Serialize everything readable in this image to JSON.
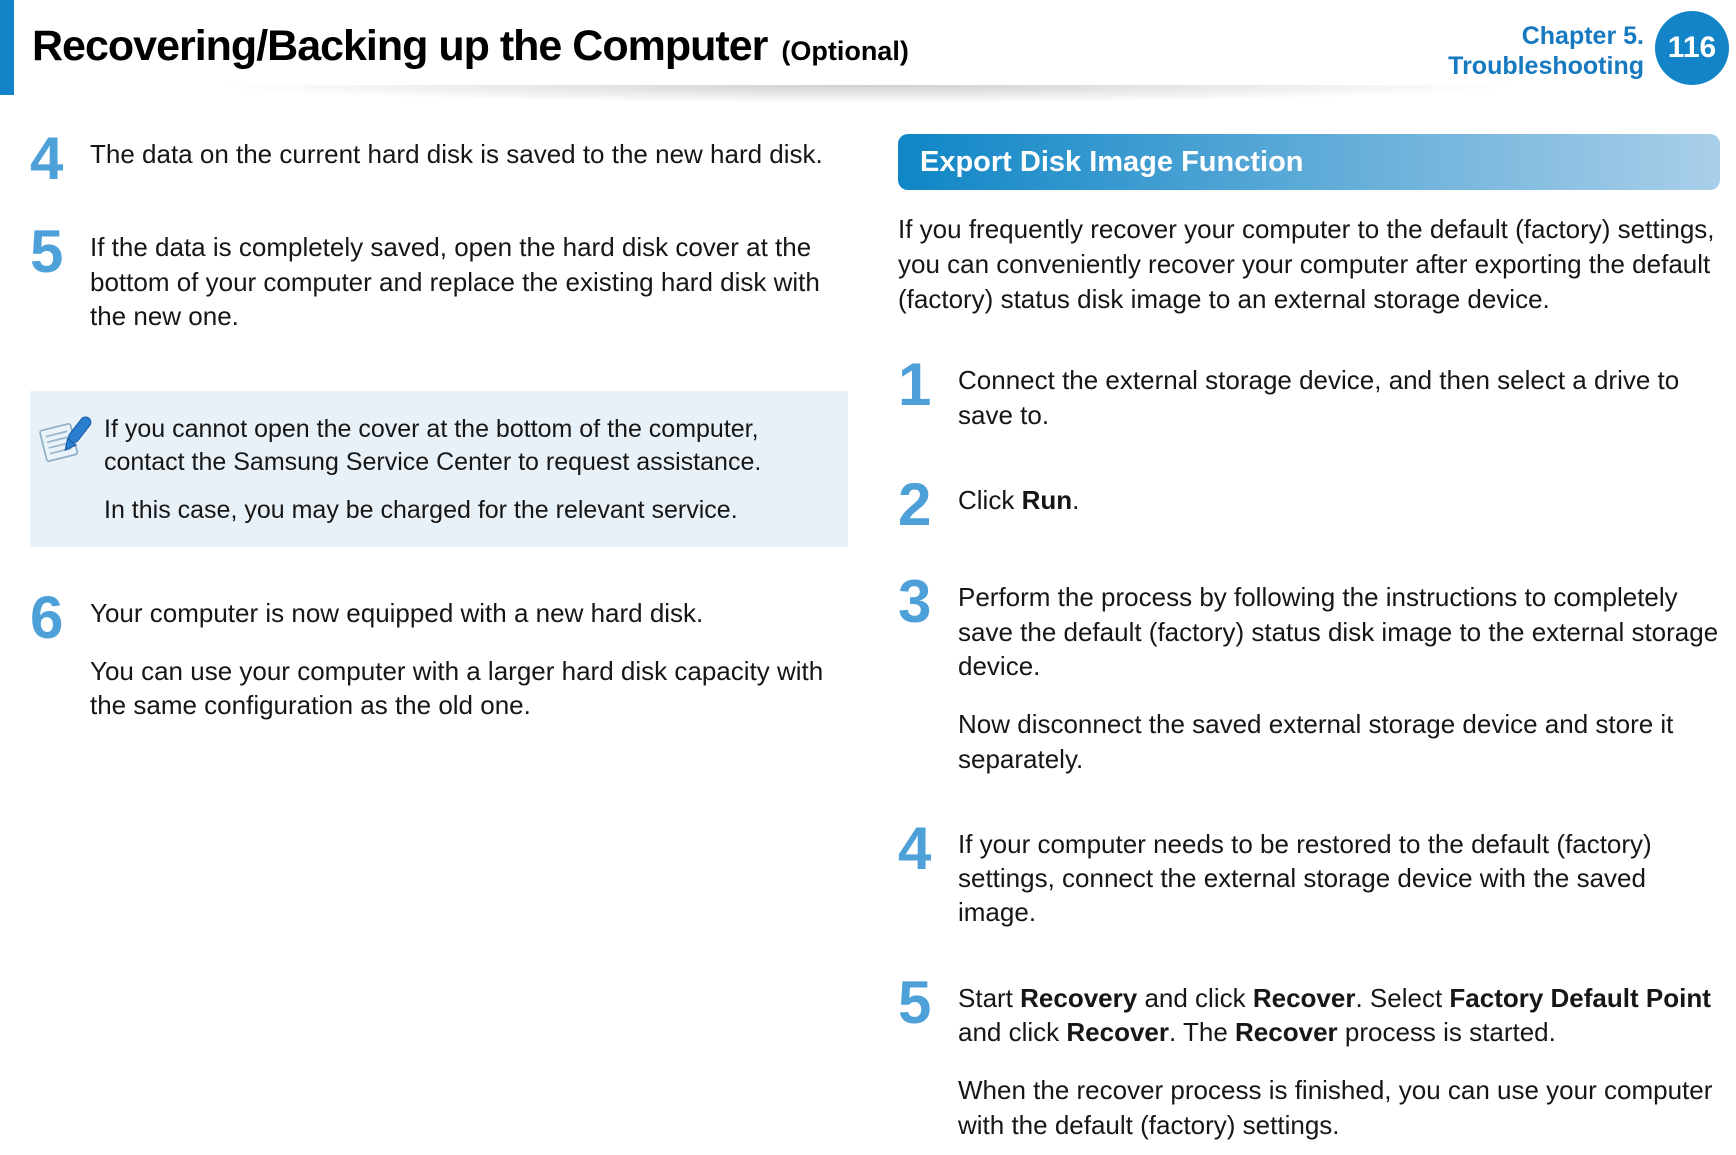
{
  "colors": {
    "accent_blue": "#1384c8",
    "step_number_blue": "#4da0d8",
    "chapter_text_blue": "#1779c0",
    "note_bg": "#e9f1f8",
    "section_bar_gradient_start": "#0f86c6",
    "section_bar_gradient_end": "#aacfe9"
  },
  "header": {
    "title": "Recovering/Backing up the Computer",
    "title_suffix": "(Optional)",
    "chapter_line1": "Chapter 5.",
    "chapter_line2": "Troubleshooting",
    "page_number": "116"
  },
  "left_column": {
    "steps": [
      {
        "num": "4",
        "paragraphs": [
          "The data on the current hard disk is saved to the new hard disk."
        ]
      },
      {
        "num": "5",
        "paragraphs": [
          "If the data is completely saved, open the hard disk cover at the bottom of your computer and replace the existing hard disk with the new one."
        ]
      },
      {
        "num": "6",
        "paragraphs": [
          "Your computer is now equipped with a new hard disk.",
          "You can use your computer with a larger hard disk capacity with the same configuration as the old one."
        ]
      }
    ],
    "note": {
      "icon": "notepad-pen-icon",
      "lines": [
        "If you cannot open the cover at the bottom of the computer, contact the Samsung Service Center to request assistance.",
        "In this case, you may be charged for the relevant service."
      ]
    }
  },
  "right_column": {
    "section_title": "Export Disk Image Function",
    "intro": "If you frequently recover your computer to the default (factory) settings, you can conveniently recover your computer after exporting the default (factory) status disk image to an external storage device.",
    "steps": [
      {
        "num": "1",
        "paragraphs_rich": [
          [
            {
              "text": "Connect the external storage device, and then select a drive to save to."
            }
          ]
        ]
      },
      {
        "num": "2",
        "paragraphs_rich": [
          [
            {
              "text": "Click "
            },
            {
              "text": "Run",
              "bold": true
            },
            {
              "text": "."
            }
          ]
        ]
      },
      {
        "num": "3",
        "paragraphs_rich": [
          [
            {
              "text": "Perform the process by following the instructions to completely save the default (factory) status disk image to the external storage device."
            }
          ],
          [
            {
              "text": "Now disconnect the saved external storage device and store it separately."
            }
          ]
        ]
      },
      {
        "num": "4",
        "paragraphs_rich": [
          [
            {
              "text": "If your computer needs to be restored to the default (factory) settings, connect the external storage device with the saved image."
            }
          ]
        ]
      },
      {
        "num": "5",
        "paragraphs_rich": [
          [
            {
              "text": "Start "
            },
            {
              "text": "Recovery",
              "bold": true
            },
            {
              "text": " and click "
            },
            {
              "text": "Recover",
              "bold": true
            },
            {
              "text": ". Select "
            },
            {
              "text": "Factory Default Point",
              "bold": true
            },
            {
              "text": " and click "
            },
            {
              "text": "Recover",
              "bold": true
            },
            {
              "text": ". The "
            },
            {
              "text": "Recover",
              "bold": true
            },
            {
              "text": " process is started."
            }
          ],
          [
            {
              "text": "When the recover process is finished, you can use your computer with the default (factory) settings."
            }
          ]
        ]
      }
    ]
  }
}
